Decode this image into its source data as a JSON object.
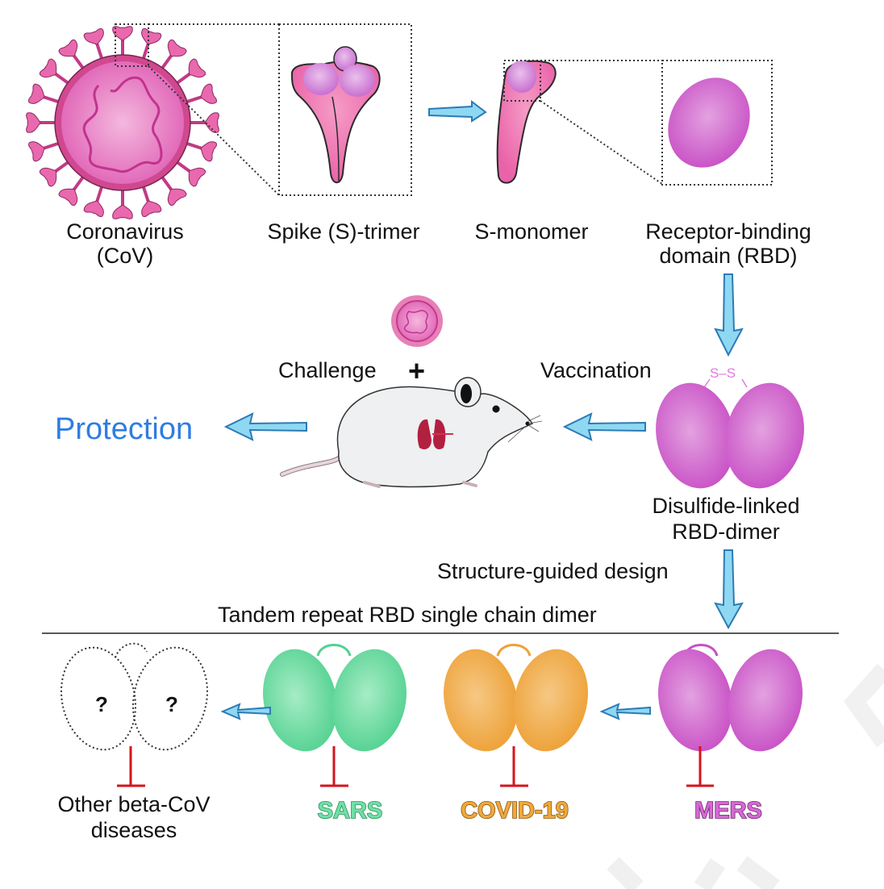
{
  "figure": {
    "top_row": {
      "coronavirus_label": [
        "Coronavirus",
        "(CoV)"
      ],
      "spike_trimer_label": "Spike (S)-trimer",
      "s_monomer_label": "S-monomer",
      "rbd_label": [
        "Receptor-binding",
        "domain (RBD)"
      ]
    },
    "middle_row": {
      "challenge_label": "Challenge",
      "plus_symbol": "+",
      "vaccination_label": "Vaccination",
      "protection_label": "Protection",
      "disulfide_bond_label": "S–S",
      "dimer_label": [
        "Disulfide-linked",
        "RBD-dimer"
      ]
    },
    "design_step": {
      "structure_label": "Structure-guided design",
      "tandem_label": "Tandem repeat RBD single chain dimer"
    },
    "bottom_row": {
      "unknown_mark": "?",
      "diseases": [
        {
          "name": "Other beta-CoV",
          "name2": "diseases",
          "color": "#111111"
        },
        {
          "name": "SARS",
          "color": "#5fd59a"
        },
        {
          "name": "COVID-19",
          "color": "#f0a83c"
        },
        {
          "name": "MERS",
          "color": "#d060cf"
        }
      ]
    },
    "colors": {
      "virus": "#e567a9",
      "rbd_magenta": "#cf5fcc",
      "sars_green": "#5fd59a",
      "covid_orange": "#f0a83c",
      "arrow_fill": "#8fd8f2",
      "arrow_stroke": "#2c7bb6",
      "inhibit_red": "#d6141c",
      "protection_blue": "#2f7de1"
    }
  }
}
